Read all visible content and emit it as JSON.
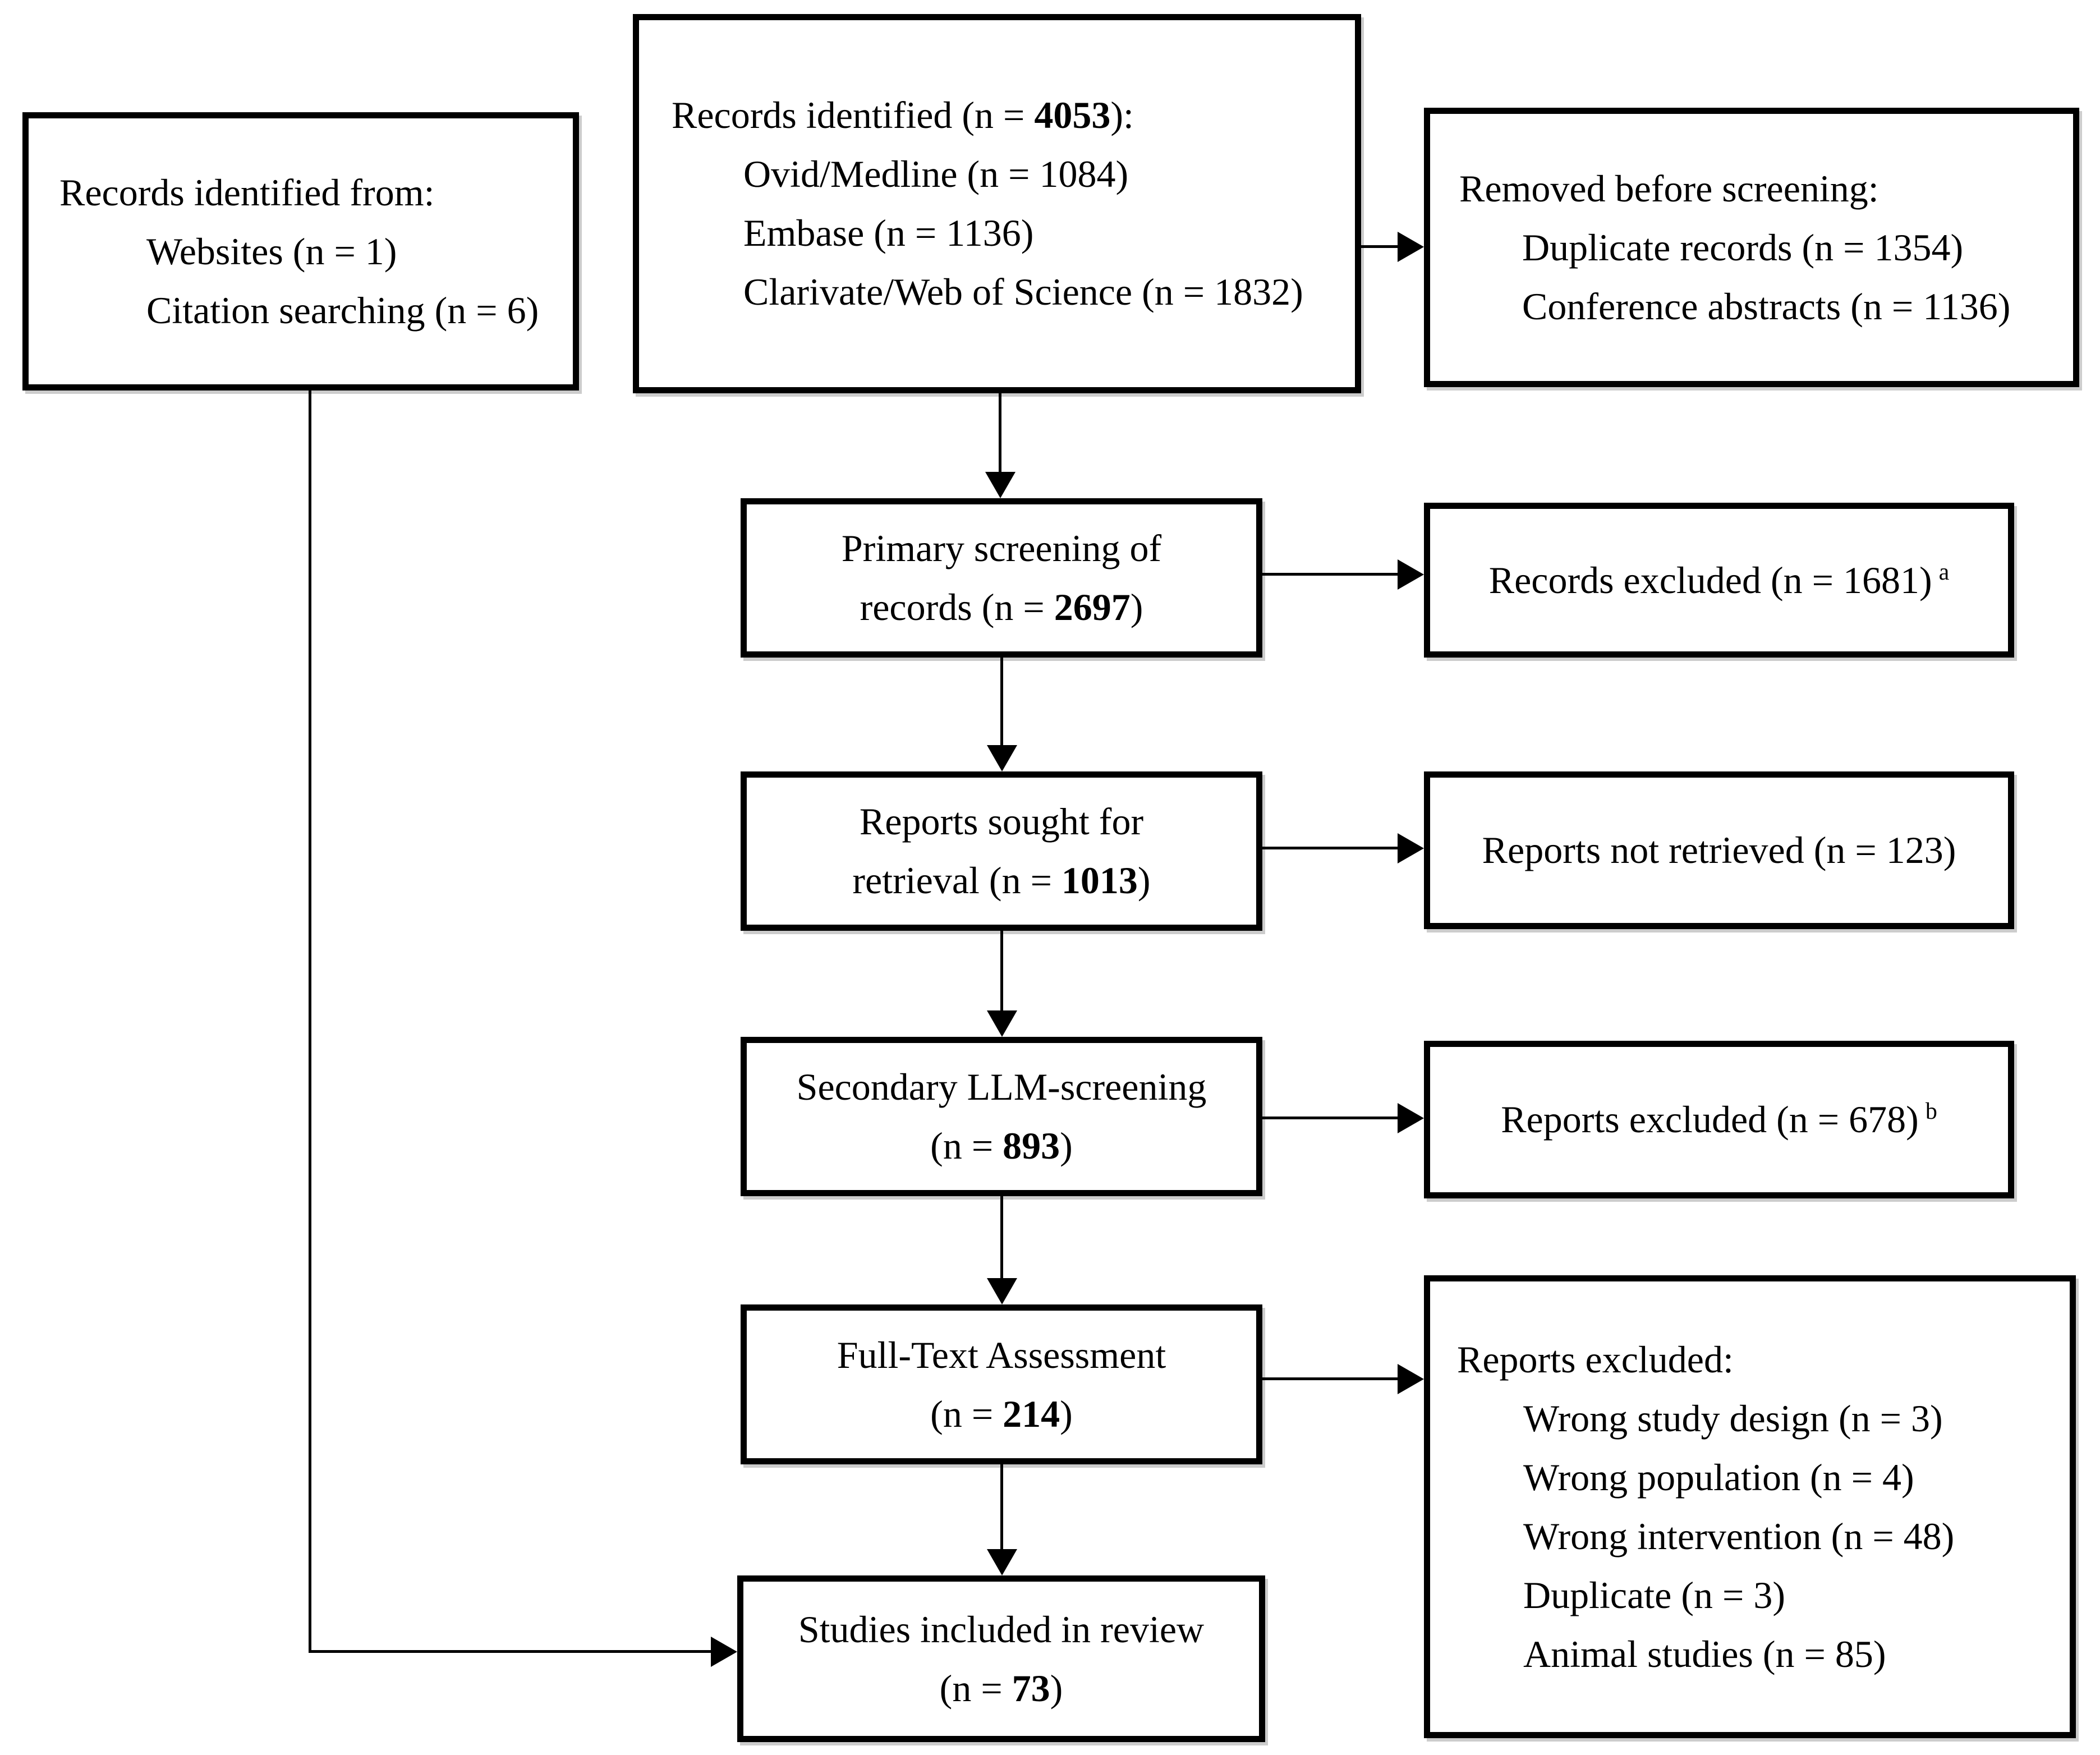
{
  "figure": {
    "background_color": "#ffffff",
    "text_color": "#000000",
    "border_color": "#000000"
  },
  "boxes": {
    "other_sources": {
      "title": "Records identified from:",
      "items": [
        "Websites (n = 1)",
        "Citation searching (n = 6)"
      ]
    },
    "database_records": {
      "title_prefix": "Records identified (n = ",
      "count": "4053",
      "title_suffix": "):",
      "items": [
        "Ovid/Medline (n = 1084)",
        "Embase (n = 1136)",
        "Clarivate/Web of Science (n = 1832)"
      ]
    },
    "removed_before_screening": {
      "title": "Removed before screening:",
      "items": [
        "Duplicate records (n = 1354)",
        "Conference abstracts (n = 1136)"
      ]
    },
    "primary_screening": {
      "line1": "Primary screening of",
      "line2_prefix": "records (n = ",
      "count": "2697",
      "line2_suffix": ")"
    },
    "records_excluded": {
      "text": "Records excluded (n = 1681)",
      "note_marker": "a"
    },
    "reports_sought": {
      "line1": "Reports sought for",
      "line2_prefix": "retrieval (n = ",
      "count": "1013",
      "line2_suffix": ")"
    },
    "reports_not_retrieved": {
      "text": "Reports not retrieved (n = 123)"
    },
    "secondary_screening": {
      "line1": "Secondary LLM-screening",
      "line2_prefix": "(n = ",
      "count": "893",
      "line2_suffix": ")"
    },
    "reports_excluded": {
      "text": "Reports excluded (n = 678)",
      "note_marker": "b"
    },
    "full_text_assessment": {
      "line1": "Full-Text Assessment",
      "line2_prefix": "(n = ",
      "count": "214",
      "line2_suffix": ")"
    },
    "full_text_exclusions": {
      "title": "Reports excluded:",
      "items": [
        "Wrong study design (n = 3)",
        "Wrong population (n = 4)",
        "Wrong intervention (n = 48)",
        "Duplicate (n = 3)",
        "Animal studies (n = 85)"
      ]
    },
    "studies_included": {
      "line1": "Studies included in review",
      "line2_prefix": "(n = ",
      "count": "73",
      "line2_suffix": ")"
    }
  }
}
